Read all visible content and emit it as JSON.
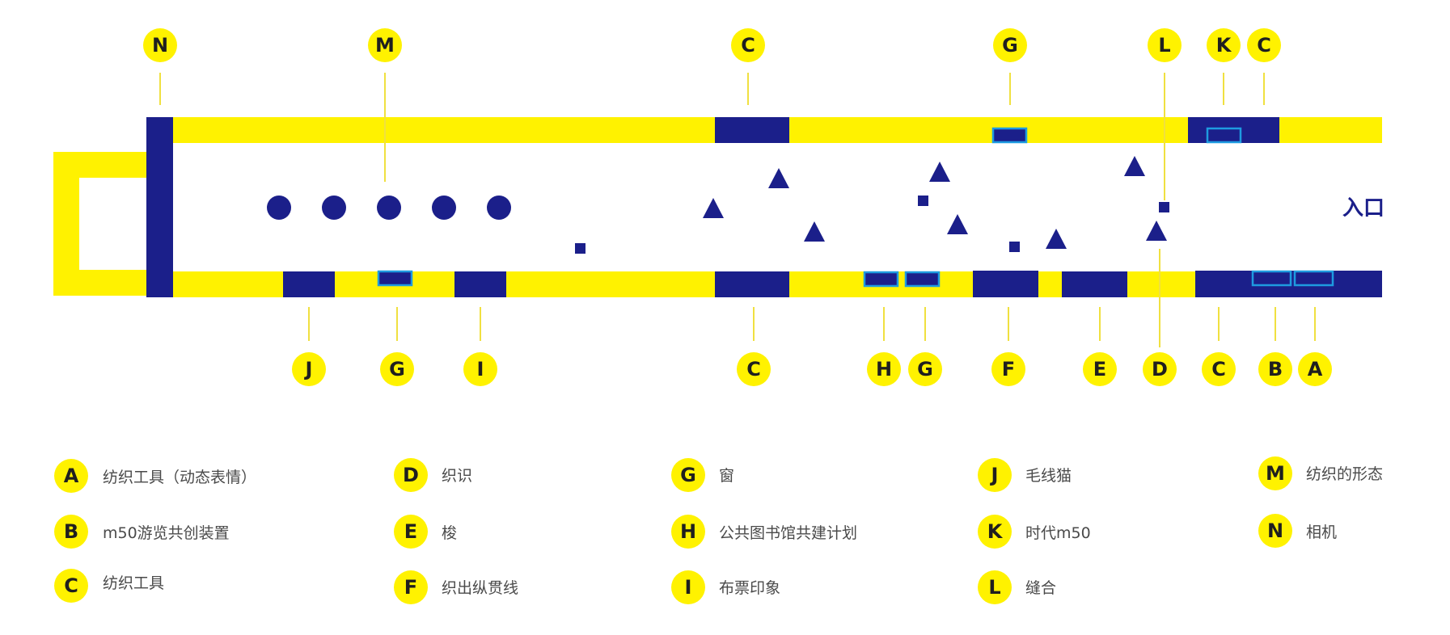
{
  "colors": {
    "wall": "#fff200",
    "block": "#1b1f8a",
    "window_outline": "#1e9be0",
    "badge": "#fff200",
    "leader": "#f0e040"
  },
  "entrance_label": "入口",
  "markers_top": [
    "N",
    "M",
    "C",
    "G",
    "L",
    "K",
    "C"
  ],
  "markers_bottom": [
    "J",
    "G",
    "I",
    "C",
    "H",
    "G",
    "F",
    "E",
    "D",
    "C",
    "B",
    "A"
  ],
  "legend": [
    {
      "letter": "A",
      "label": "纺织工具（动态表情）"
    },
    {
      "letter": "B",
      "label": "m50游览共创装置"
    },
    {
      "letter": "C",
      "label": "纺织工具"
    },
    {
      "letter": "D",
      "label": "织识"
    },
    {
      "letter": "E",
      "label": "梭"
    },
    {
      "letter": "F",
      "label": "织出纵贯线"
    },
    {
      "letter": "G",
      "label": "窗"
    },
    {
      "letter": "H",
      "label": "公共图书馆共建计划"
    },
    {
      "letter": "I",
      "label": "布票印象"
    },
    {
      "letter": "J",
      "label": "毛线猫"
    },
    {
      "letter": "K",
      "label": "时代m50"
    },
    {
      "letter": "L",
      "label": "缝合"
    },
    {
      "letter": "M",
      "label": "纺织的形态"
    },
    {
      "letter": "N",
      "label": "相机"
    }
  ]
}
